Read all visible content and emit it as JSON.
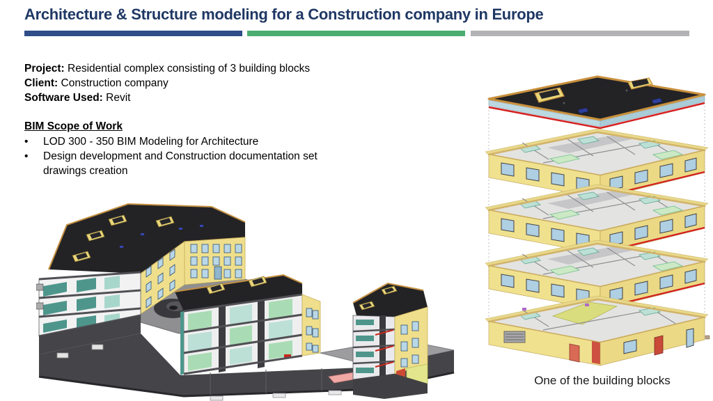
{
  "title": "Architecture & Structure modeling for a Construction company in Europe",
  "divider": {
    "segments": [
      {
        "name": "blue",
        "color": "#2F4D88"
      },
      {
        "name": "green",
        "color": "#4BAD70"
      },
      {
        "name": "gray",
        "color": "#B3B3B5"
      }
    ]
  },
  "project_info": {
    "lines": [
      {
        "label": "Project:",
        "value": "Residential complex consisting of 3 building blocks"
      },
      {
        "label": "Client:",
        "value": "Construction company"
      },
      {
        "label": "Software Used:",
        "value": "Revit"
      }
    ]
  },
  "scope": {
    "heading": "BIM Scope of Work",
    "bullet_glyph": "•",
    "bullets": [
      "LOD 300 - 350 BIM Modeling for Architecture",
      "Design development and Construction documentation set drawings creation"
    ]
  },
  "figures": {
    "left": {
      "alt": "3D BIM sectional model of residential complex with three building blocks, yellow facades, dark roofs, courtyard with spiral ramp and long basement podium"
    },
    "right": {
      "alt": "Exploded 3D view of one building block showing flat roof slab and four floor levels",
      "caption": "One of the building blocks"
    }
  },
  "palette": {
    "title_text": "#1F3864",
    "body_text": "#000000",
    "roof_dark": "#232326",
    "facade_yellow": "#EFDF8C",
    "trim_tan": "#C8903C",
    "interior_teal": "#4E968C",
    "interior_green": "#A9DCB4",
    "window_blue": "#AFCFE2",
    "accent_red": "#D42020",
    "podium_gray": "#454549"
  }
}
